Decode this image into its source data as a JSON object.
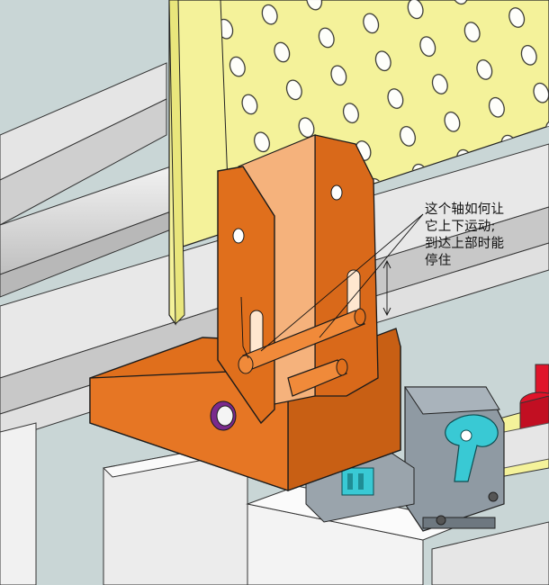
{
  "annotation": {
    "lines": [
      "这个轴如何让",
      "它上下运动;",
      "到达上部时能",
      "停住"
    ]
  },
  "colors": {
    "background": "#c9d6d6",
    "rail": "#dcdcdc",
    "panel": "#f4f29a",
    "bracket": "#e06f1c",
    "bracket_light": "#f5b27c",
    "bracket_dark": "#b65510",
    "switch_body": "#8f9aa3",
    "cyan_part": "#39c9d4",
    "red_part": "#e0142a",
    "outline": "#1a1a1a"
  },
  "icons": [
    "leader-line",
    "dimension-arrow"
  ]
}
